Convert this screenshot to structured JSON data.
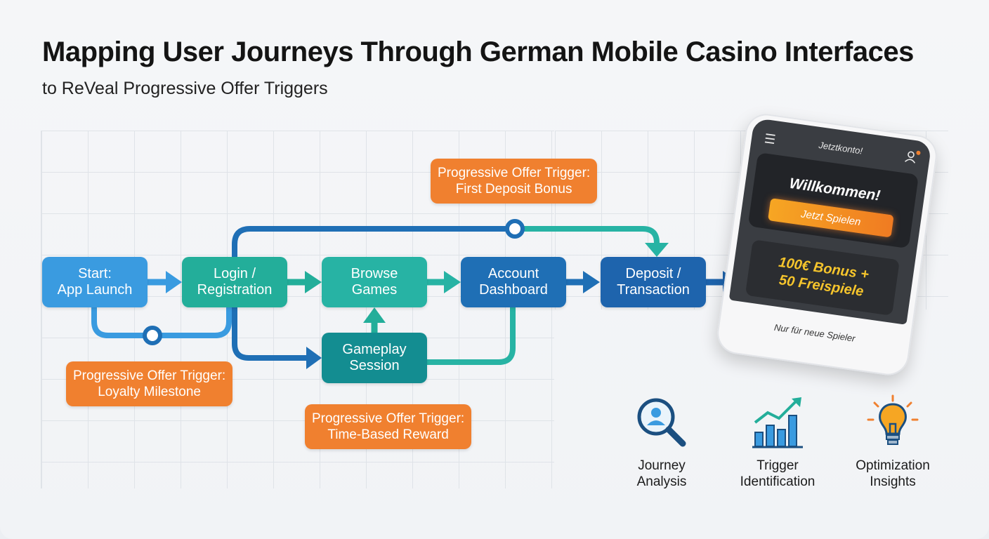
{
  "title": "Mapping User Journeys Through German Mobile Casino Interfaces",
  "subtitle": "to ReVeal Progressive Offer Triggers",
  "nodes": {
    "start": "Start:\nApp Launch",
    "login": "Login /\nRegistration",
    "browse": "Browse\nGames",
    "account": "Account\nDashboard",
    "deposit": "Deposit /\nTransaction",
    "gameplay": "Gameplay\nSession"
  },
  "triggers": {
    "first_deposit": {
      "line1": "Progressive Offer Trigger:",
      "line2": "First Deposit Bonus"
    },
    "loyalty": {
      "line1": "Progressive Offer Trigger:",
      "line2": "Loyalty Milestone"
    },
    "time_based": {
      "line1": "Progressive Offer Trigger:",
      "line2": "Time-Based Reward"
    }
  },
  "phone": {
    "brand": "Jetztkonto!",
    "welcome": "Willkommen!",
    "play_button": "Jetzt Spielen",
    "bonus": "100€ Bonus +\n50 Freispiele",
    "footer": "Nur für neue Spieler",
    "menu_icon": "hamburger-icon",
    "user_icon": "user-icon"
  },
  "features": [
    {
      "label": "Journey\nAnalysis",
      "icon": "magnifier-user-icon"
    },
    {
      "label": "Trigger\nIdentification",
      "icon": "growth-chart-icon"
    },
    {
      "label": "Optimization\nInsights",
      "icon": "lightbulb-icon"
    }
  ],
  "colors": {
    "start": "#3a9be0",
    "login": "#23ae9a",
    "browse": "#27b3a4",
    "account": "#1f6fb5",
    "deposit": "#1e64ad",
    "gameplay": "#138d91",
    "trigger": "#f0802f",
    "bonus_text": "#f6c52c"
  }
}
